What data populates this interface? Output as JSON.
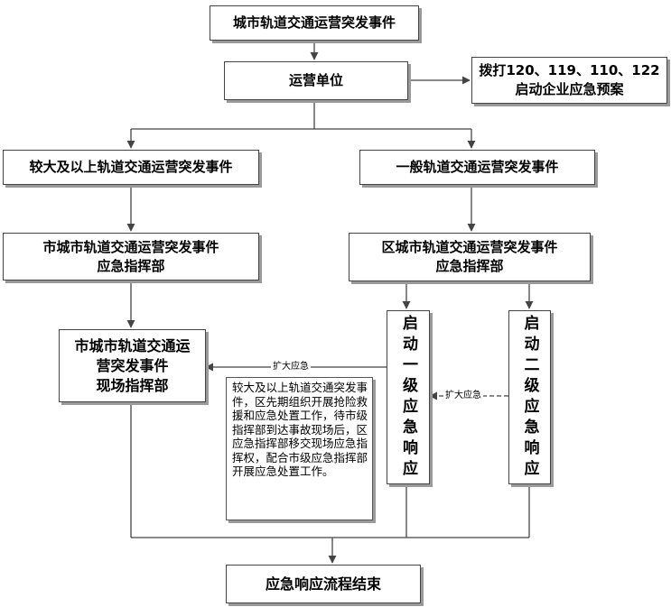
{
  "nodes": {
    "event": "城市轨道交通运营突发事件",
    "operator": "运营单位",
    "call_line1": "拨打120、119、110、122",
    "call_line2": "启动企业应急预案",
    "major_event": "较大及以上轨道交通运营突发事件",
    "general_event": "一般轨道交通运营突发事件",
    "city_hq_line1": "市城市轨道交通运营突发事件",
    "city_hq_line2": "应急指挥部",
    "district_hq_line1": "区城市轨道交通运营突发事件",
    "district_hq_line2": "应急指挥部",
    "scene_hq_line1": "市城市轨道交通运",
    "scene_hq_line2": "营突发事件",
    "scene_hq_line3": "现场指挥部",
    "level1": "启动一级应急响应",
    "level2": "启动二级应急响应",
    "end": "应急响应流程结束"
  },
  "note": "较大及以上轨道交通突发事件，区先期组织开展抢险救援和应急处置工作，待市级指挥部到达事故现场后，区应急指挥部移交现场应急指挥权，配合市级应急指挥部开展应急处置工作。",
  "edge_labels": {
    "expand1": "扩大应急",
    "expand2": "扩大应急"
  }
}
